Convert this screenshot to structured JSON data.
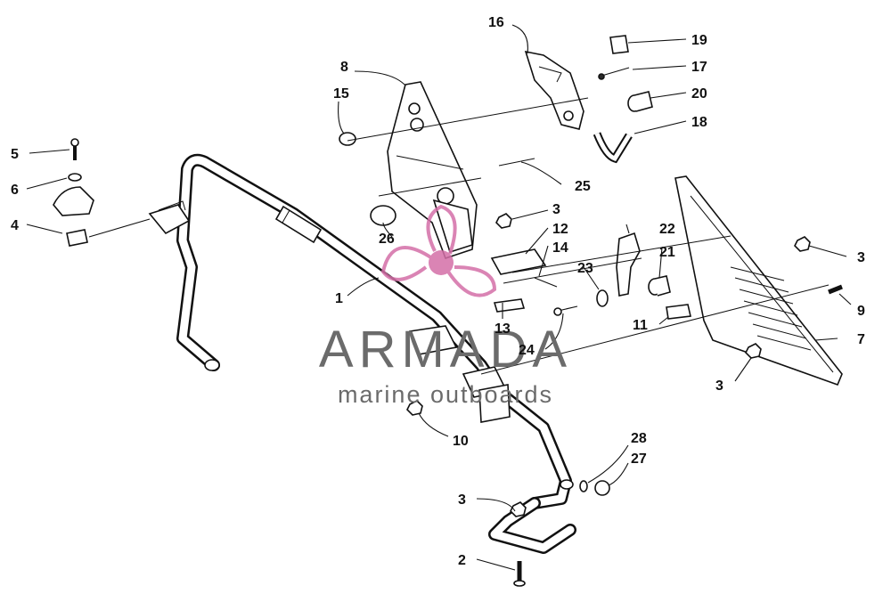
{
  "callouts": {
    "c1": "1",
    "c2": "2",
    "c3a": "3",
    "c3b": "3",
    "c3c": "3",
    "c3d": "3",
    "c4": "4",
    "c5": "5",
    "c6": "6",
    "c7": "7",
    "c8": "8",
    "c9": "9",
    "c10": "10",
    "c11": "11",
    "c12": "12",
    "c13": "13",
    "c14": "14",
    "c15": "15",
    "c16": "16",
    "c17": "17",
    "c18": "18",
    "c19": "19",
    "c20": "20",
    "c21": "21",
    "c22": "22",
    "c23": "23",
    "c24": "24",
    "c25": "25",
    "c26": "26",
    "c27": "27",
    "c28": "28"
  },
  "watermark": {
    "brand": "ARMADA",
    "tagline": "marine outboards",
    "accent_color": "#d46fa8"
  }
}
